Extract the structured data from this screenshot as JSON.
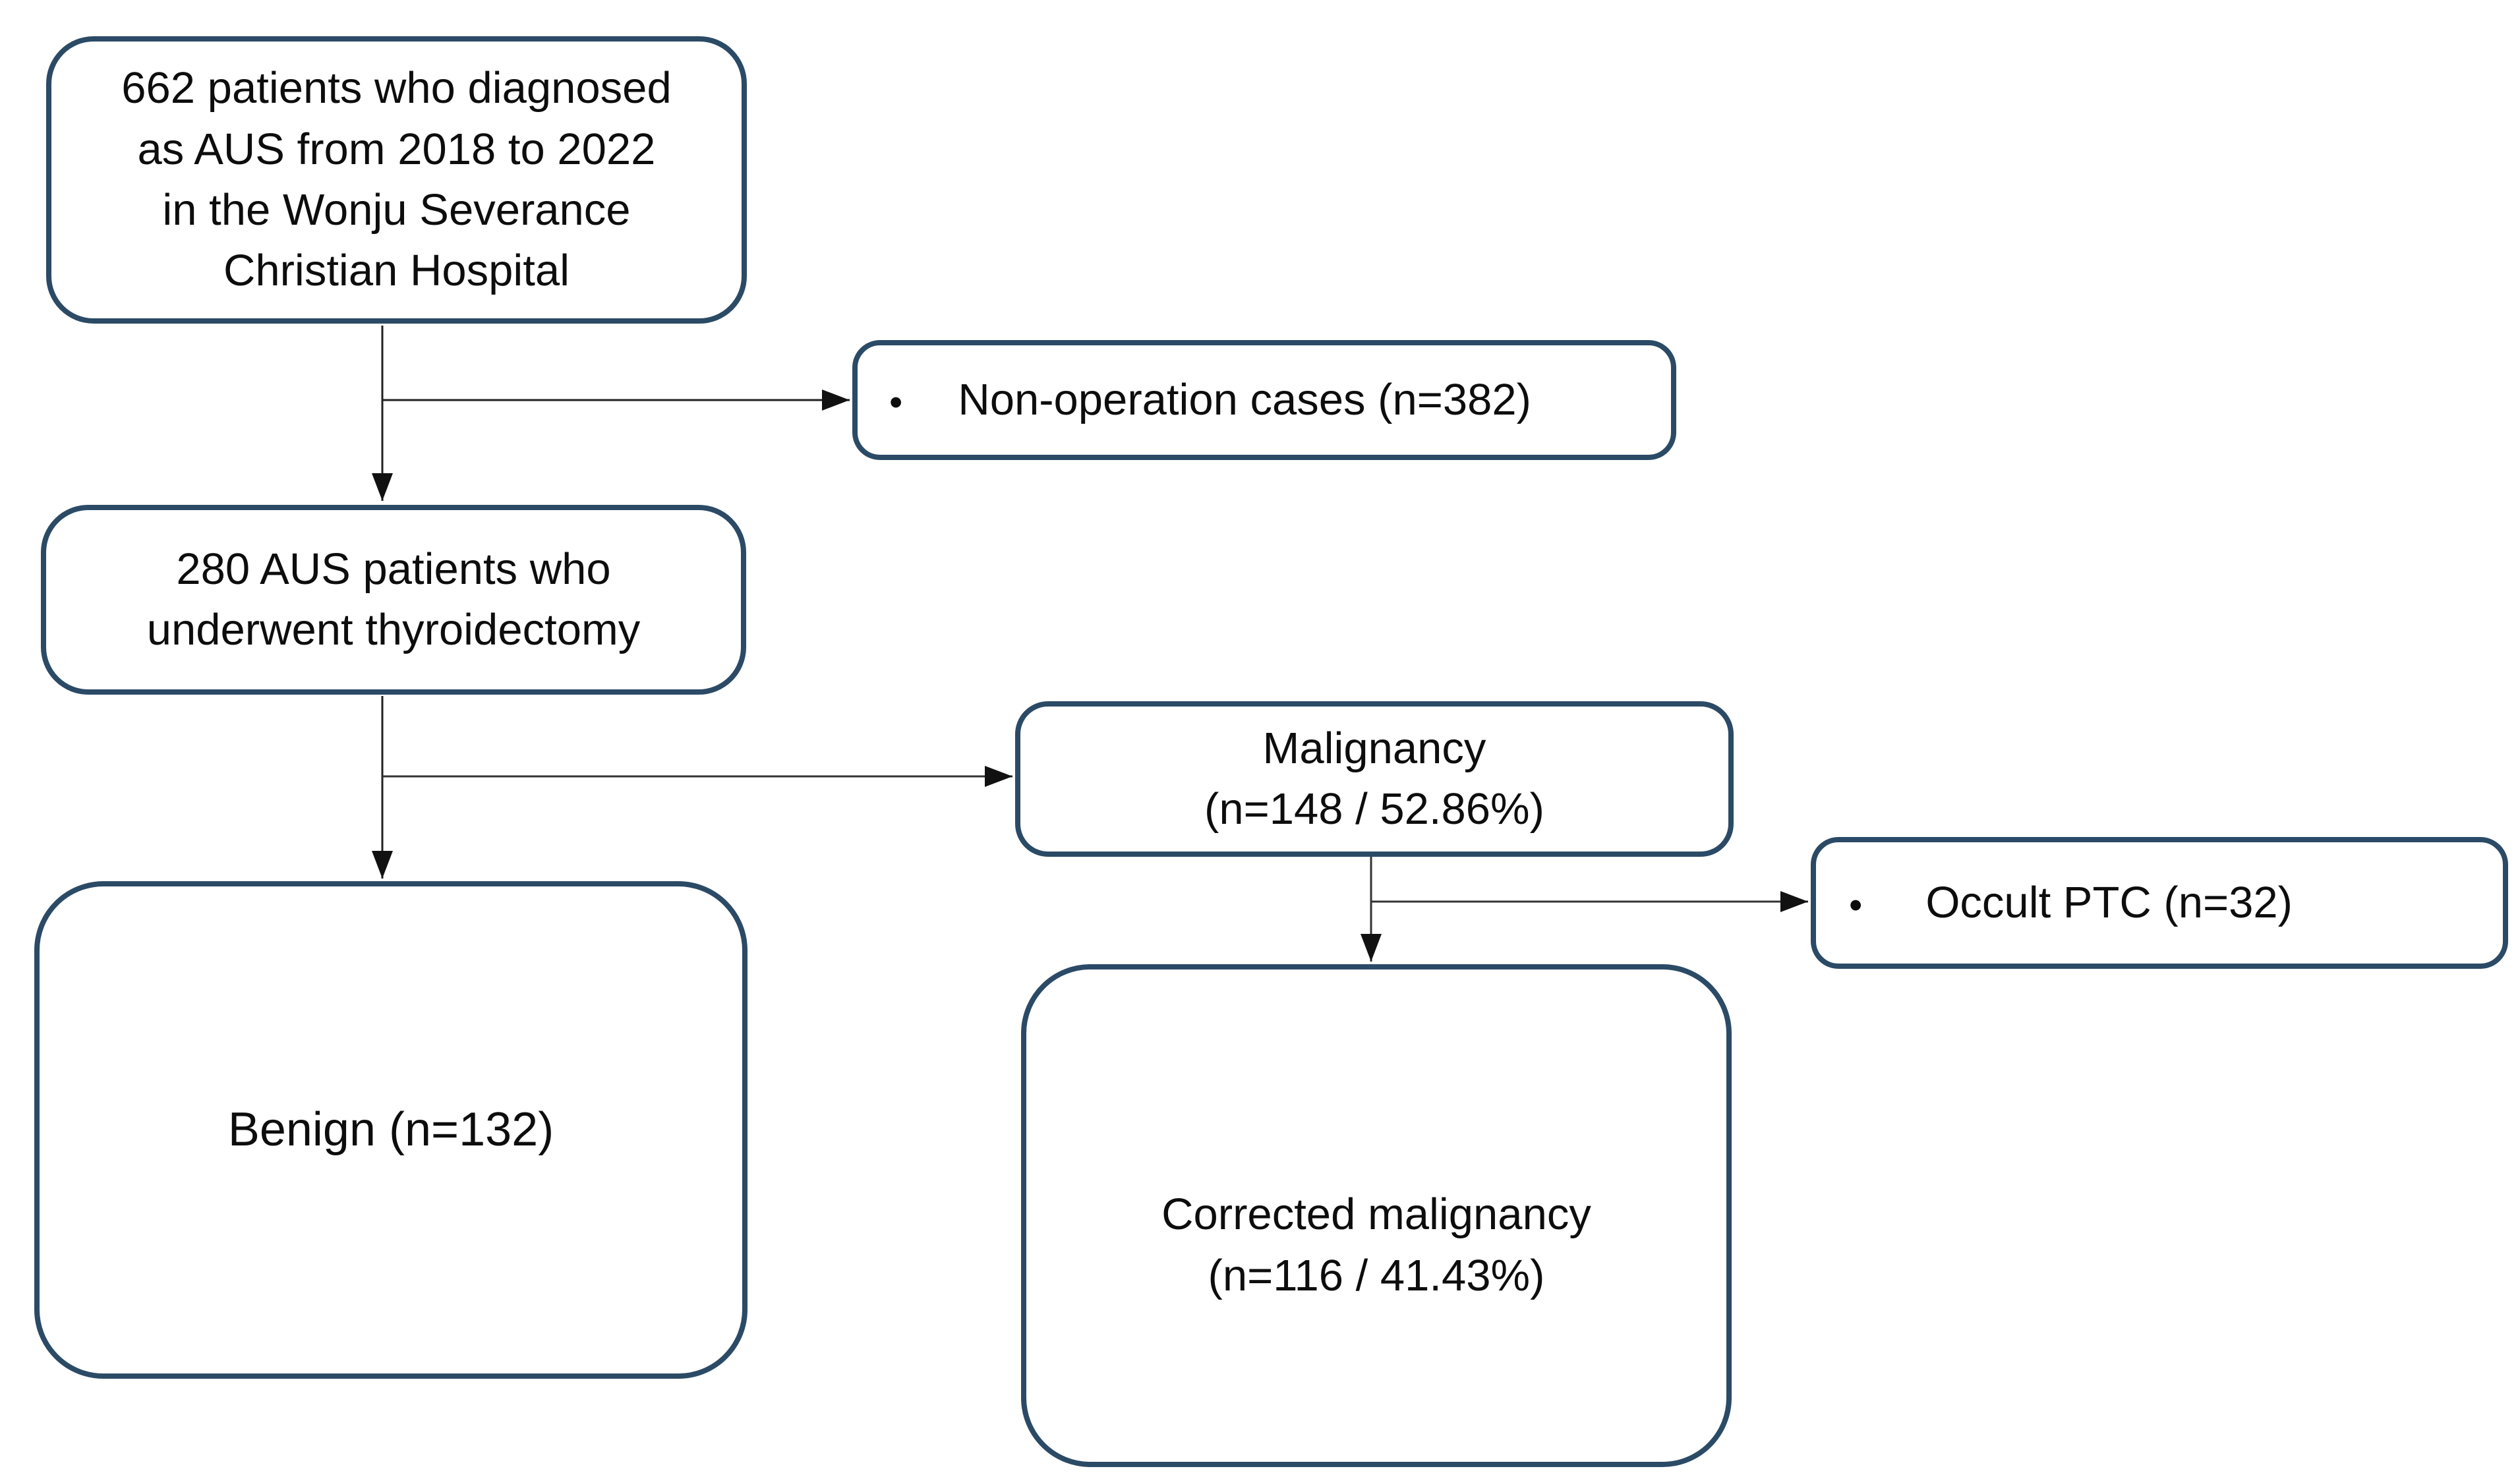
{
  "diagram": {
    "type": "flowchart",
    "bullet_char": "•",
    "colors": {
      "node_border": "#2b4a66",
      "node_background": "#ffffff",
      "connector_line": "#222222",
      "arrowhead": "#111111",
      "text": "#0d0d0d",
      "page_background": "#ffffff"
    },
    "nodes": {
      "initial": {
        "text": "662 patients who diagnosed\nas AUS from 2018 to 2022\nin the Wonju Severance\nChristian Hospital"
      },
      "non_operation": {
        "bullet": "•",
        "text": "Non-operation cases (n=382)"
      },
      "thyroidectomy": {
        "text": "280 AUS patients who\nunderwent thyroidectomy"
      },
      "malignancy": {
        "text": "Malignancy\n(n=148 / 52.86%)"
      },
      "occult_ptc": {
        "bullet": "•",
        "text": "Occult PTC (n=32)"
      },
      "benign": {
        "text": "Benign (n=132)"
      },
      "corrected_malignancy": {
        "text": "Corrected malignancy\n(n=116 / 41.43%)"
      }
    },
    "edges": [
      {
        "from": "initial",
        "to": "thyroidectomy",
        "style": "arrow-down"
      },
      {
        "from": "initial",
        "to": "non_operation",
        "style": "arrow-right-branch"
      },
      {
        "from": "thyroidectomy",
        "to": "benign",
        "style": "arrow-down"
      },
      {
        "from": "thyroidectomy",
        "to": "malignancy",
        "style": "arrow-right-branch"
      },
      {
        "from": "malignancy",
        "to": "corrected_malignancy",
        "style": "arrow-down"
      },
      {
        "from": "malignancy",
        "to": "occult_ptc",
        "style": "arrow-right-branch"
      }
    ]
  }
}
